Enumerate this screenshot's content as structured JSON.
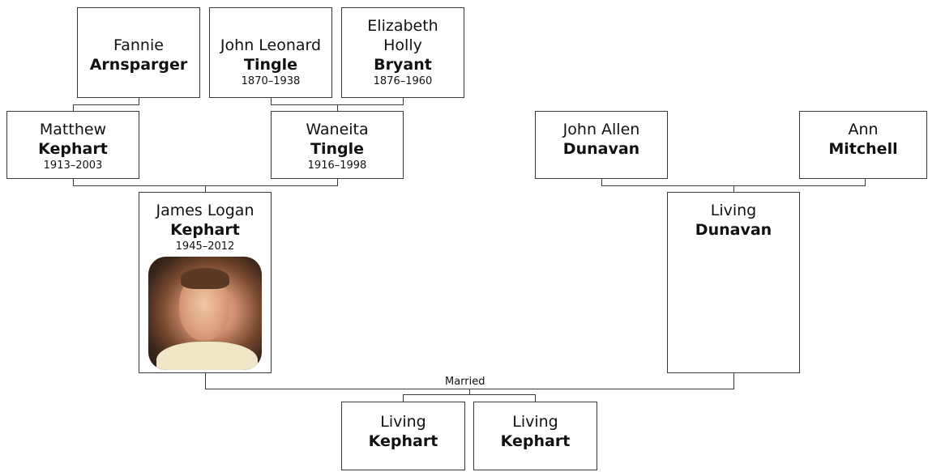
{
  "people": {
    "fannie": {
      "given": "Fannie",
      "surname": "Arnsparger",
      "dates": ""
    },
    "john_leonard": {
      "given": "John Leonard",
      "surname": "Tingle",
      "dates": "1870–1938"
    },
    "elizabeth": {
      "given": "Elizabeth Holly",
      "surname": "Bryant",
      "dates": "1876–1960"
    },
    "matthew": {
      "given": "Matthew",
      "surname": "Kephart",
      "dates": "1913–2003"
    },
    "waneita": {
      "given": "Waneita",
      "surname": "Tingle",
      "dates": "1916–1998"
    },
    "john_allen": {
      "given": "John Allen",
      "surname": "Dunavan",
      "dates": ""
    },
    "ann": {
      "given": "Ann",
      "surname": "Mitchell",
      "dates": ""
    },
    "james_logan": {
      "given": "James Logan",
      "surname": "Kephart",
      "dates": "1945–2012"
    },
    "living_dunavan": {
      "given": "Living",
      "surname": "Dunavan",
      "dates": ""
    },
    "child1": {
      "given": "Living",
      "surname": "Kephart",
      "dates": ""
    },
    "child2": {
      "given": "Living",
      "surname": "Kephart",
      "dates": ""
    }
  },
  "relationships": {
    "married_label": "Married"
  }
}
